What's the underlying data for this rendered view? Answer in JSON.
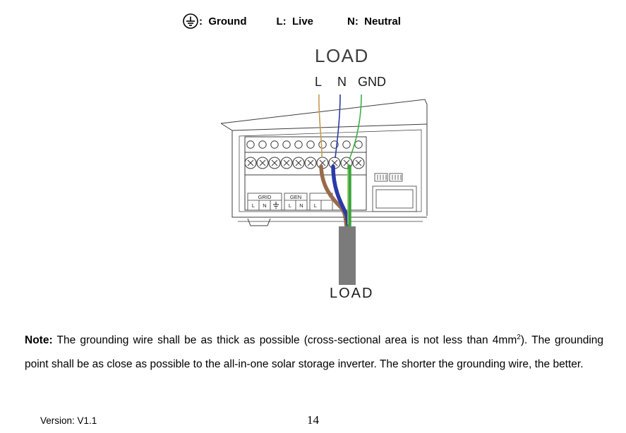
{
  "legend": {
    "ground_label": ":  Ground",
    "live_label": "L:  Live",
    "neutral_label": "N:  Neutral"
  },
  "diagram": {
    "top_title": "LOAD",
    "terminal_labels": {
      "live": "L",
      "neutral": "N",
      "ground": "GND"
    },
    "bottom_title": "LOAD",
    "strip": {
      "grid": {
        "name": "GRID",
        "cells": [
          "L",
          "N",
          "⏚"
        ]
      },
      "gen": {
        "name": "GEN",
        "cells": [
          "L",
          "N"
        ]
      },
      "third": {
        "cells": [
          "L"
        ]
      }
    },
    "wire_colors": {
      "live_leader": "#c89a52",
      "neutral_leader": "#2b3aa8",
      "ground_leader": "#3fae49",
      "brown": "#996a4b",
      "blue": "#2b3aa8",
      "green": "#3aa33f",
      "green_stripe": "#a8d75a",
      "cable": "#7b7b7b"
    }
  },
  "note": {
    "label": "Note:",
    "text_before_sup": " The grounding wire shall be as thick as possible (cross-sectional area is not less than 4mm",
    "sup": "2",
    "text_after_sup": "). The grounding point shall be as close as possible to the all-in-one solar storage inverter. The shorter the grounding wire, the better."
  },
  "footer": {
    "version": "Version: V1.1",
    "page_number": "14"
  }
}
